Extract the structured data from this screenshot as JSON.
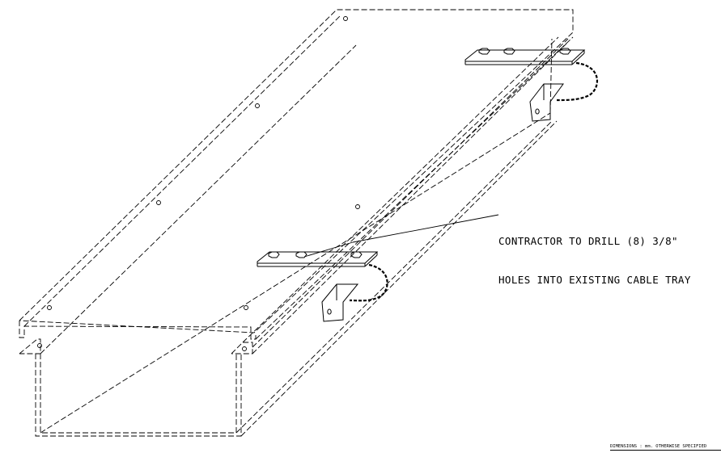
{
  "callout": {
    "line1": "CONTRACTOR TO DRILL (8) 3/8\"",
    "line2": "HOLES INTO EXISTING CABLE TRAY"
  },
  "footer": {
    "note": "DIMENSIONS : mm. OTHERWISE SPECIFIED"
  }
}
